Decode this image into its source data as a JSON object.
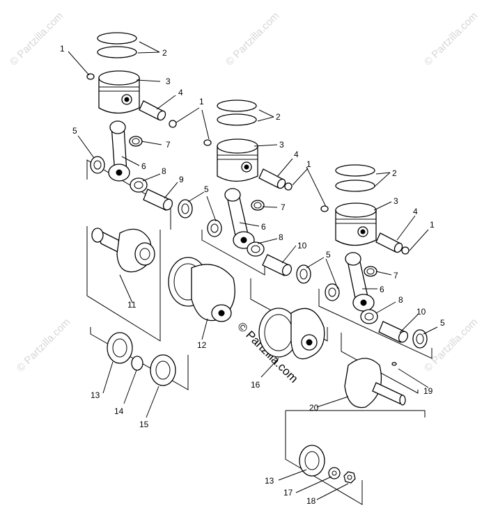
{
  "watermark": {
    "text": "© Partzilla.com",
    "center_text": "© Partzilla.com"
  },
  "callouts": {
    "c1": "1",
    "c2": "2",
    "c3": "3",
    "c4": "4",
    "c5": "5",
    "c6": "6",
    "c7": "7",
    "c8": "8",
    "c9": "9",
    "c10": "10",
    "c11": "11",
    "c12": "12",
    "c13": "13",
    "c14": "14",
    "c15": "15",
    "c16": "16",
    "c17": "17",
    "c18": "18",
    "c19": "19",
    "c20": "20"
  }
}
